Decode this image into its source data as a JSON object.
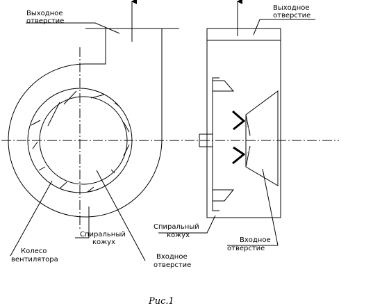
{
  "labels": {
    "outlet_left_1": "Выходное",
    "outlet_left_2": "отверстие",
    "outlet_right_1": "Выходное",
    "outlet_right_2": "отверстие",
    "spiral_left_1": "Спиральный",
    "spiral_left_2": "кожух",
    "wheel_1": "Колесо",
    "wheel_2": "вентилятора",
    "inlet_left_1": "Входное",
    "inlet_left_2": "отверстие",
    "spiral_right_1": "Спиральный",
    "spiral_right_2": "кожух",
    "inlet_right_1": "Входное",
    "inlet_right_2": "отверстие"
  },
  "caption": "Рис.1"
}
